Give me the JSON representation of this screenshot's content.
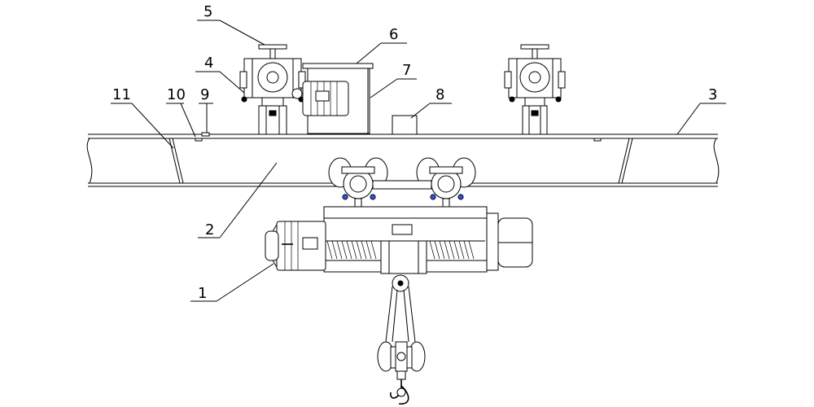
{
  "labels": [
    {
      "id": "1",
      "text": "1"
    },
    {
      "id": "2",
      "text": "2"
    },
    {
      "id": "3",
      "text": "3"
    },
    {
      "id": "4",
      "text": "4"
    },
    {
      "id": "5",
      "text": "5"
    },
    {
      "id": "6",
      "text": "6"
    },
    {
      "id": "7",
      "text": "7"
    },
    {
      "id": "8",
      "text": "8"
    },
    {
      "id": "9",
      "text": "9"
    },
    {
      "id": "10",
      "text": "10"
    },
    {
      "id": "11",
      "text": "11"
    }
  ],
  "colors": {
    "line": "#000000",
    "bolt_accent": "#2f4fd6",
    "background": "#ffffff"
  }
}
